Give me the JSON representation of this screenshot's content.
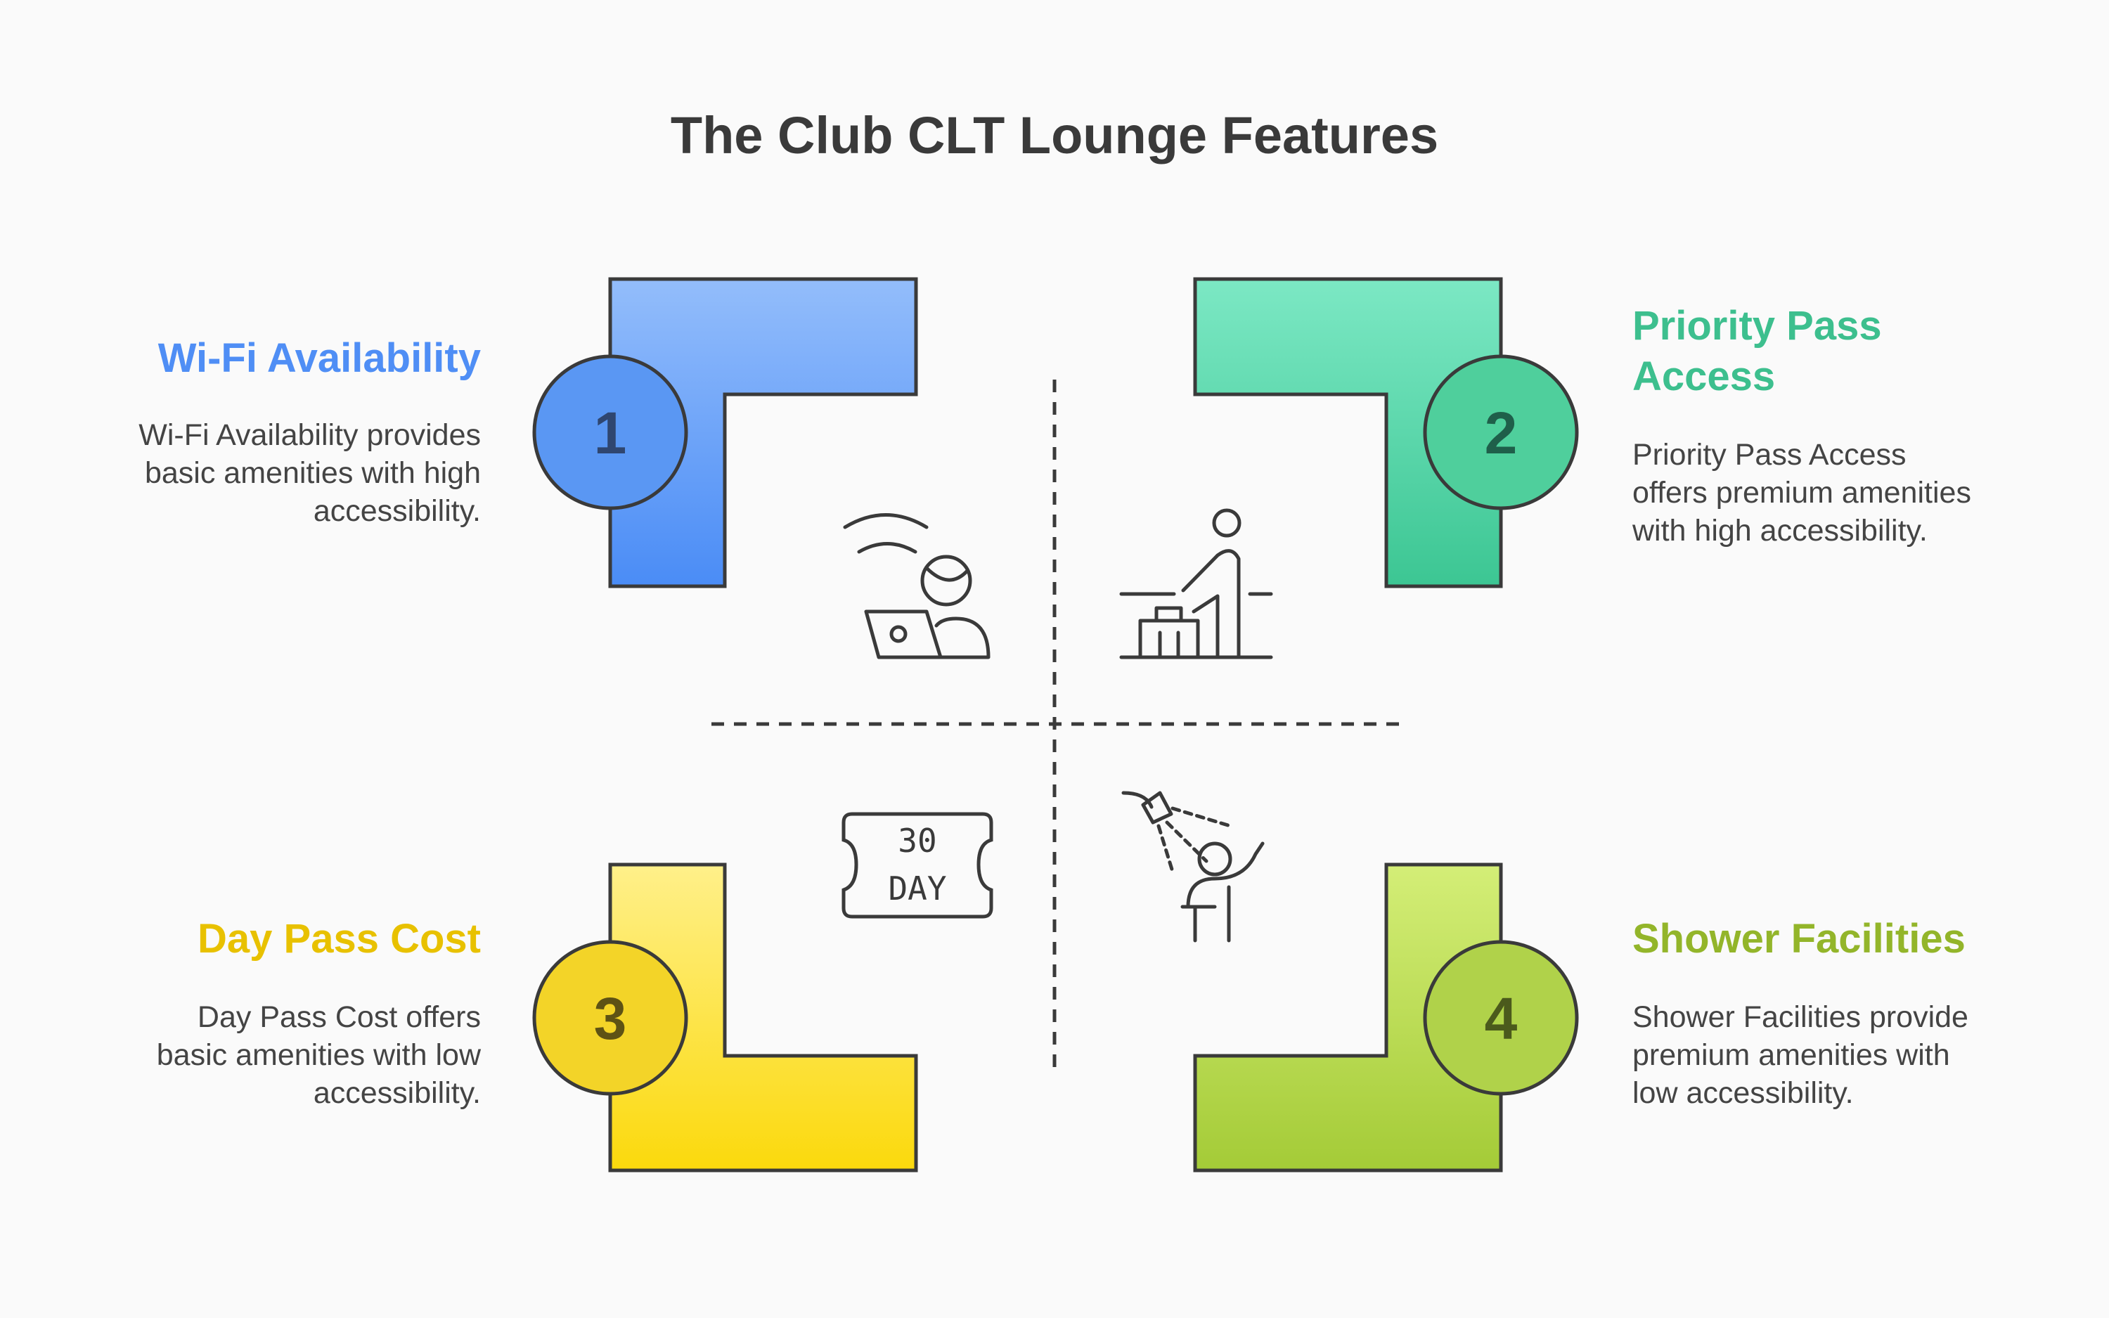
{
  "title": "The Club CLT Lounge Features",
  "colors": {
    "blue": "#4f8ef5",
    "green": "#3dbf8e",
    "yellow": "#e8c100",
    "olive": "#93b52a",
    "ink": "#3a3a3a"
  },
  "quadrants": [
    {
      "number": "1",
      "heading": "Wi-Fi Availability",
      "description_lines": [
        "Wi-Fi Availability provides",
        "basic amenities with high",
        "accessibility."
      ],
      "icon": "person-with-laptop-wifi-icon"
    },
    {
      "number": "2",
      "heading_lines": [
        "Priority Pass",
        "Access"
      ],
      "description_lines": [
        "Priority Pass Access",
        "offers premium amenities",
        "with high accessibility."
      ],
      "icon": "priority-traveler-icon"
    },
    {
      "number": "3",
      "heading": "Day Pass Cost",
      "description_lines": [
        "Day Pass Cost offers",
        "basic amenities with low",
        "accessibility."
      ],
      "icon": "thirty-day-ticket-icon"
    },
    {
      "number": "4",
      "heading": "Shower Facilities",
      "description_lines": [
        "Shower Facilities provide",
        "premium amenities with",
        "low accessibility."
      ],
      "icon": "person-showering-icon"
    }
  ],
  "ticket_text": {
    "line1": "30",
    "line2": "DAY"
  }
}
